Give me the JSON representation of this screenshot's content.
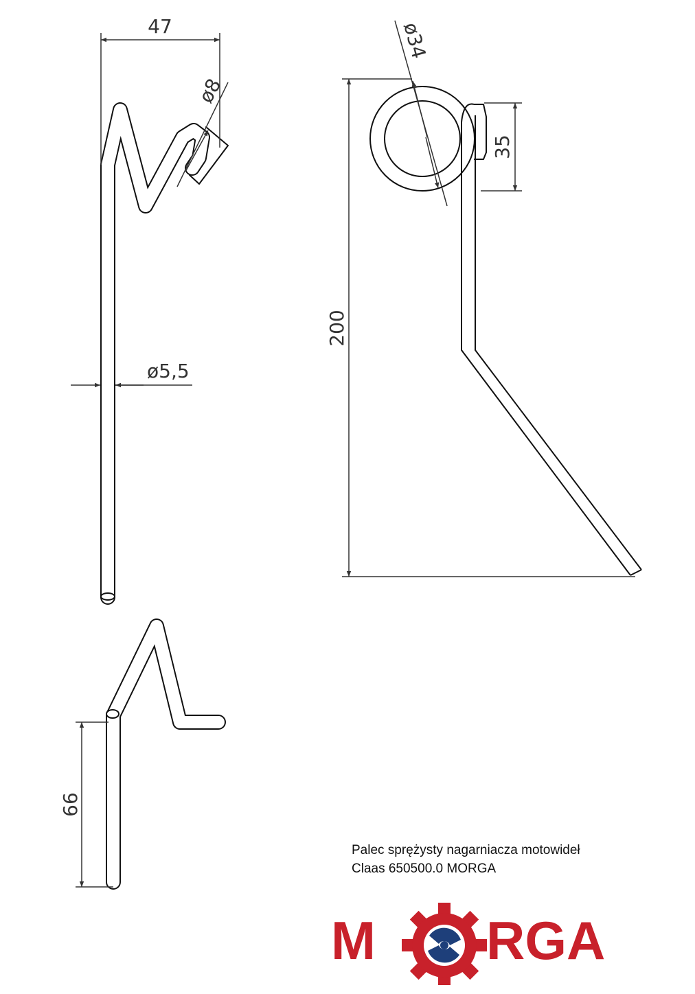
{
  "dimensions": {
    "width_top": "47",
    "hook_diameter": "ø8",
    "wire_diameter": "ø5,5",
    "coil_diameter": "ø34",
    "tab_length": "35",
    "total_height": "200",
    "mount_length": "66"
  },
  "caption": {
    "line1": "Palec sprężysty nagarniacza motowideł",
    "line2": "Claas 650500.0 MORGA"
  },
  "logo": {
    "text_left": "M",
    "text_right": "RGA",
    "alt": "MORGA",
    "brand_red": "#c8212b",
    "brand_blue": "#1e3f7a"
  }
}
